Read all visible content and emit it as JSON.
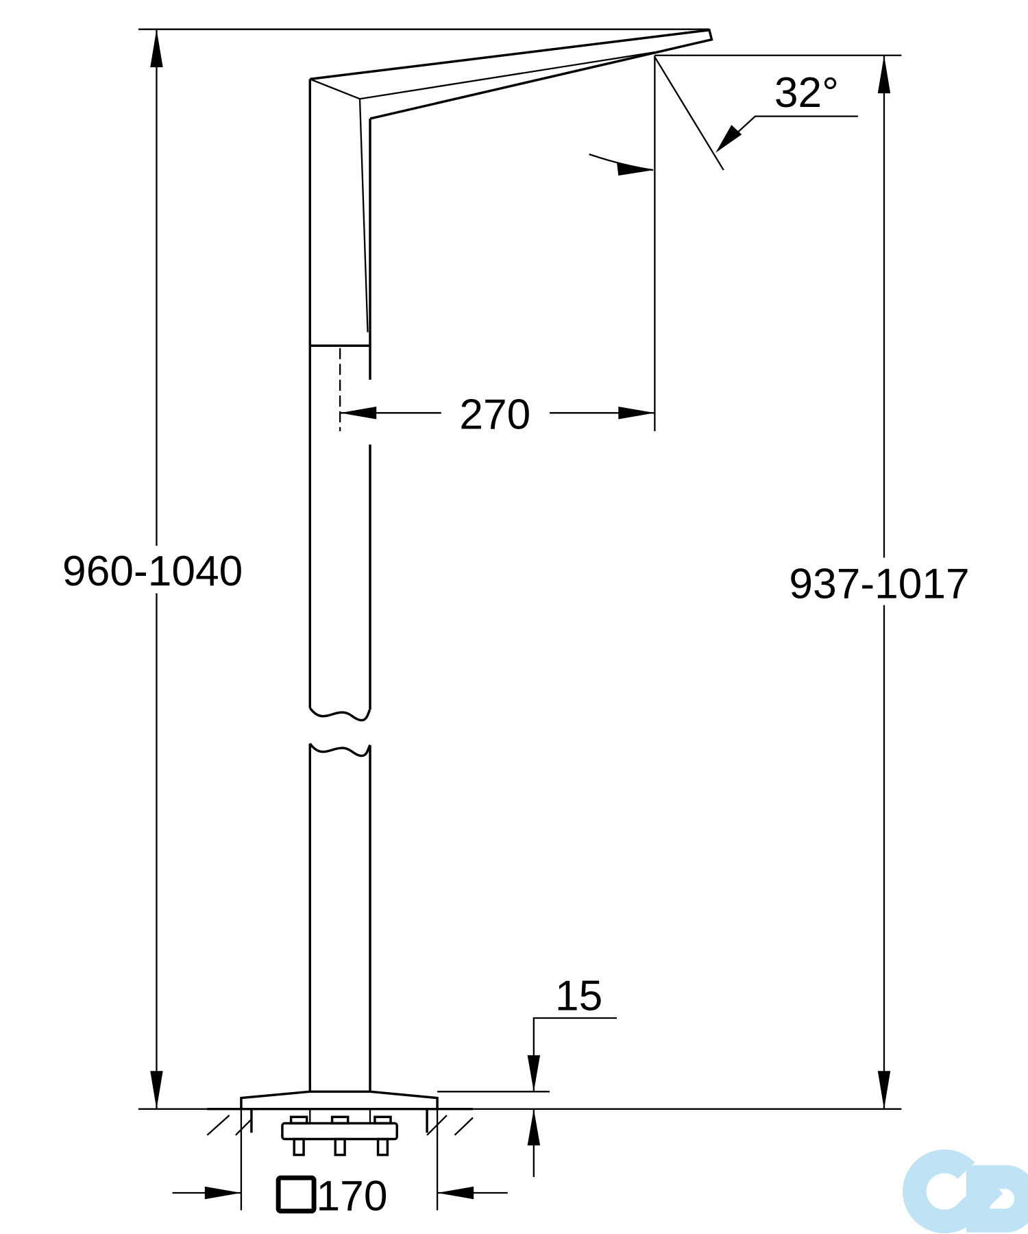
{
  "drawing": {
    "dimensions": {
      "total_height": "960-1040",
      "spout_height": "937-1017",
      "projection": "270",
      "spout_angle": "32°",
      "base_thickness": "15",
      "base_size": "170"
    },
    "base_symbol": "square",
    "watermark_logo": {
      "text": "CD",
      "color": "#bfe3f5"
    },
    "line_color": "#000000",
    "background": "#ffffff"
  }
}
